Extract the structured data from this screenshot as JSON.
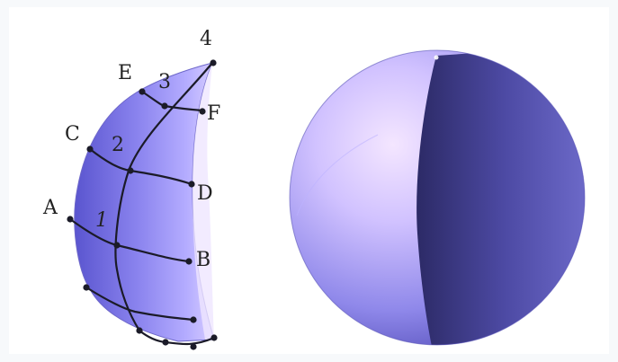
{
  "figure": {
    "left_surface": {
      "labels": {
        "A": "A",
        "B": "B",
        "C": "C",
        "D": "D",
        "E": "E",
        "F": "F",
        "n1": "1",
        "n2": "2",
        "n3": "3",
        "n4": "4"
      }
    }
  },
  "colors": {
    "surface_light": "#e9d6ff",
    "surface_mid": "#a9a2f2",
    "surface_dark": "#3e3a86",
    "grid_line": "#1b1b28",
    "background": "#f7f9fb"
  }
}
